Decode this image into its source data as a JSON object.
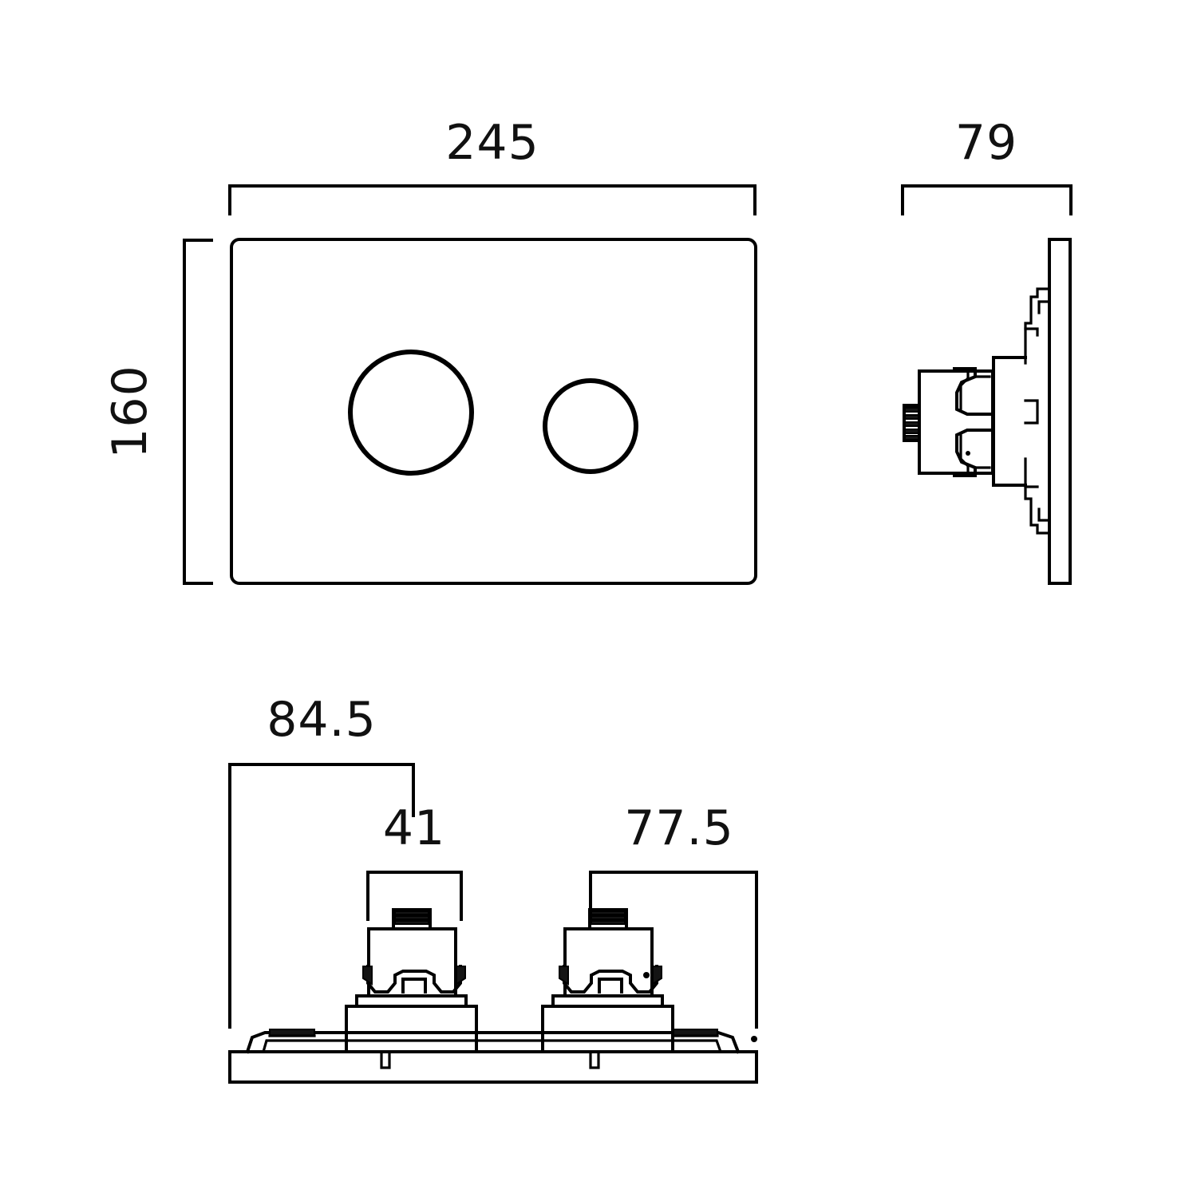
{
  "document": {
    "kind": "technical-drawing",
    "subject": "Dual flush plate with two push buttons",
    "units_note": "",
    "line_color": "#000000",
    "background_color": "#ffffff"
  },
  "views": {
    "front": {
      "name": "front-elevation",
      "dimensions": {
        "width": {
          "label": "245",
          "orientation": "horizontal"
        },
        "height": {
          "label": "160",
          "orientation": "vertical-rotated"
        }
      },
      "buttons": [
        {
          "name": "large-flush-button",
          "shape": "circle"
        },
        {
          "name": "small-flush-button",
          "shape": "circle"
        }
      ]
    },
    "side": {
      "name": "side-section",
      "dimensions": {
        "depth": {
          "label": "79",
          "orientation": "horizontal"
        }
      }
    },
    "bottom": {
      "name": "bottom-section",
      "dimensions": {
        "edge_to_button": {
          "label": "84.5",
          "orientation": "horizontal"
        },
        "button_width": {
          "label": "41",
          "orientation": "horizontal"
        },
        "button_spacing": {
          "label": "77.5",
          "orientation": "horizontal"
        }
      }
    }
  },
  "labels": {
    "width_245": "245",
    "height_160": "160",
    "depth_79": "79",
    "offset_845": "84.5",
    "button_41": "41",
    "spacing_775": "77.5"
  }
}
